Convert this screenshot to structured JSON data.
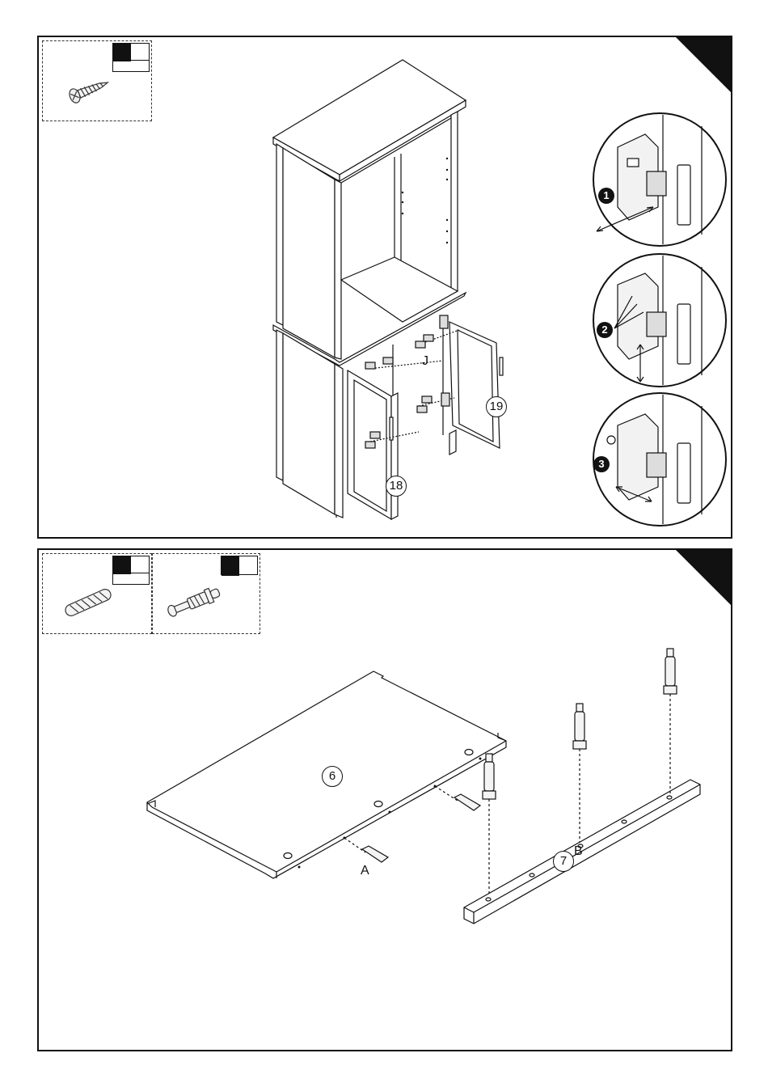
{
  "step1": {
    "part_labels": {
      "door_left": "18",
      "door_right": "19",
      "hinge_part": "J"
    },
    "hinge_steps": [
      "1",
      "2",
      "3"
    ],
    "hardware": [
      {
        "icon": "screw-icon",
        "count": ""
      }
    ]
  },
  "step2": {
    "part_labels": {
      "panel": "6",
      "base_rail": "7",
      "dowel": "A",
      "cam_bolt": "B"
    },
    "hardware": [
      {
        "icon": "wood-dowel-icon",
        "count": ""
      },
      {
        "icon": "cam-bolt-icon",
        "count": ""
      }
    ]
  },
  "colors": {
    "ink": "#111111",
    "paper": "#ffffff"
  }
}
